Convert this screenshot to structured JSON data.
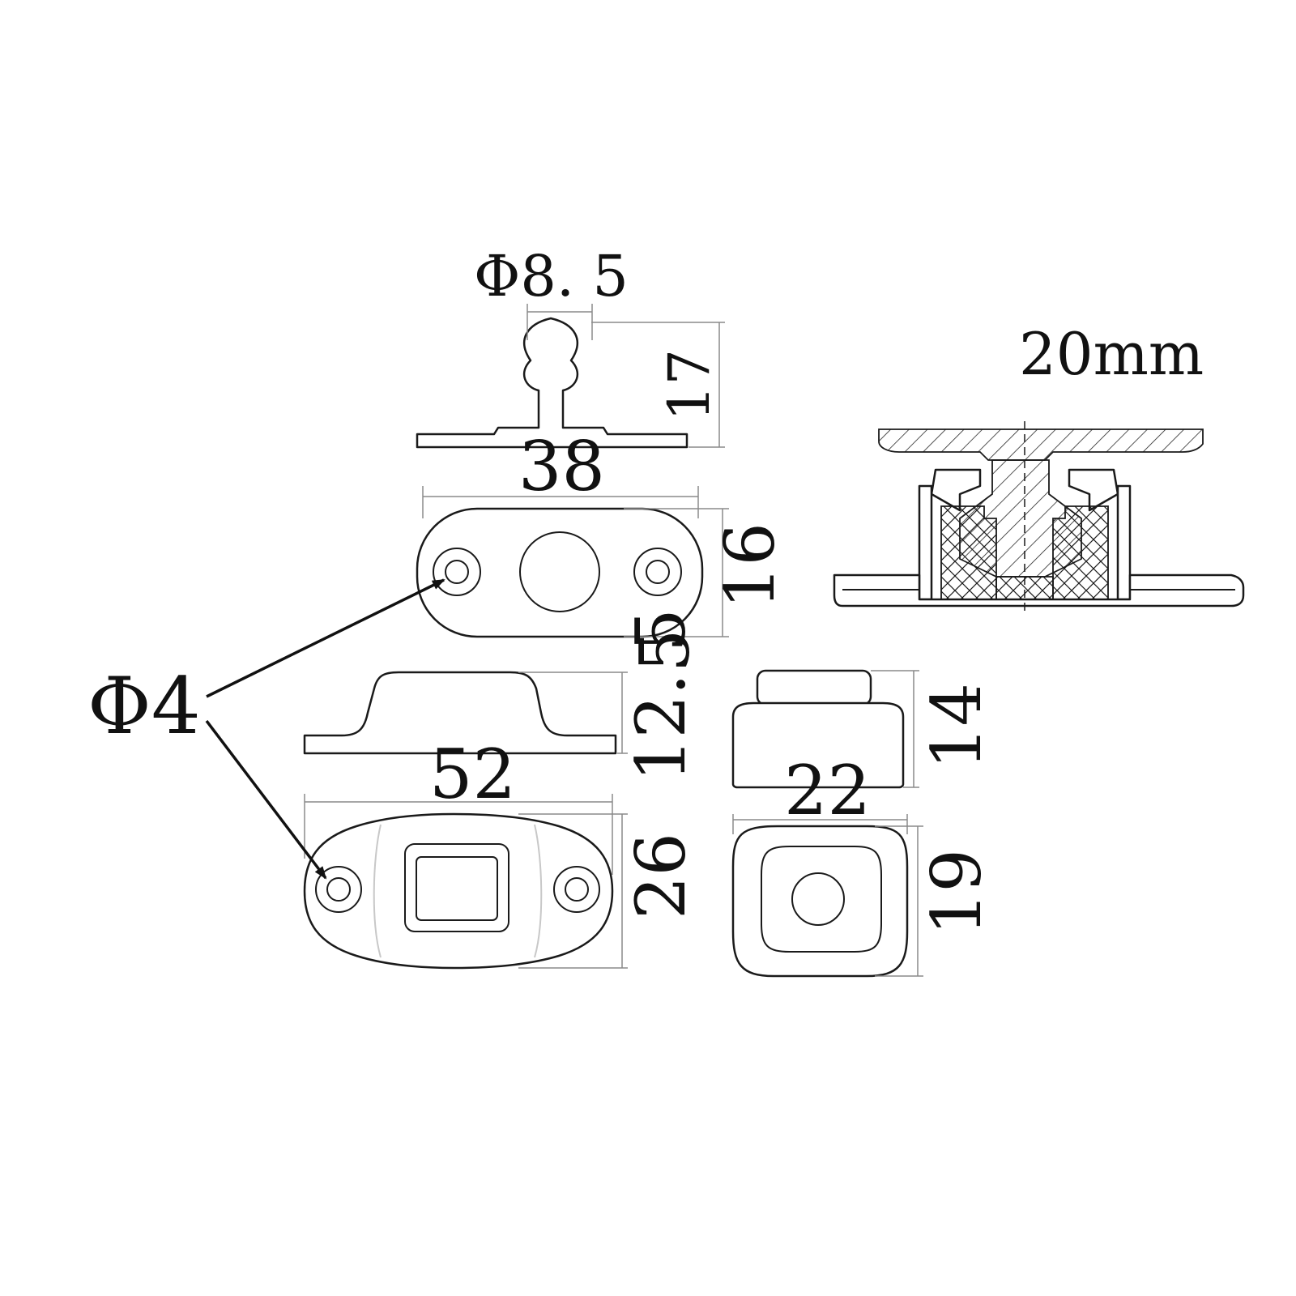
{
  "drawing": {
    "scale_note": "20mm"
  },
  "stud": {
    "head_diameter": "Φ8. 5",
    "height": "17",
    "base_length": "38",
    "base_width": "16"
  },
  "base_plate": {
    "center_offset": "5",
    "side_height": "12. 5",
    "length": "52",
    "width": "26",
    "hole_diameter": "Φ4"
  },
  "bushing": {
    "height": "14",
    "width": "22",
    "depth": "19"
  },
  "colors": {
    "line": "#1a1a1a",
    "dimension_line": "#8a8a8a",
    "background": "#ffffff"
  }
}
